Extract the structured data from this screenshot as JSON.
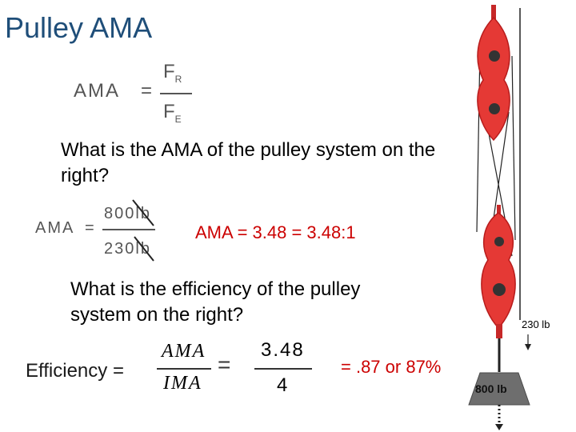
{
  "title": "Pulley AMA",
  "formula": {
    "lhs": "AMA",
    "equals": "=",
    "numerator": "F",
    "numerator_sub": "R",
    "denominator": "F",
    "denominator_sub": "E"
  },
  "question1": "What is the AMA of the pulley system on the right?",
  "calc": {
    "lhs": "AMA",
    "equals": "=",
    "numerator": "800lb",
    "denominator": "230lb"
  },
  "answer1": "AMA = 3.48 = 3.48:1",
  "question2": "What is the efficiency of the pulley system on the right?",
  "efficiency": {
    "label": "Efficiency =",
    "frac1_num": "AMA",
    "frac1_den": "IMA",
    "equals": "=",
    "frac2_num": "3.48",
    "frac2_den": "4",
    "result": "= .87 or 87%"
  },
  "diagram": {
    "effort_label": "230 lb",
    "load_label": "800 lb",
    "pulley_color": "#e53935",
    "axle_color": "#333333",
    "weight_color": "#6e6e6e"
  }
}
